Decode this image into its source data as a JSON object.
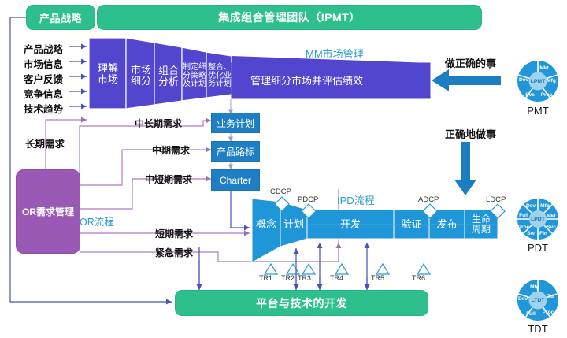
{
  "banners": {
    "product_strategy": "产品战略",
    "ipmt": "集成组合管理团队（IPMT）",
    "platform_tech": "平台与技术的开发"
  },
  "inputs": [
    "产品战略",
    "市场信息",
    "客户反馈",
    "竞争信息",
    "技术趋势"
  ],
  "funnel_mm": {
    "process_label": "MM市场管理",
    "stages": [
      "理解市场",
      "市场细分",
      "组合分析",
      "制定细分策略及计划",
      "整合、优化业务计划"
    ],
    "outcome": "管理细分市场并评估绩效"
  },
  "or": {
    "box_label": "OR需求管理",
    "process_label": "OR流程",
    "long_term": "长期需求"
  },
  "requirements": [
    "中长期需求",
    "中期需求",
    "中短期需求",
    "短期需求",
    "紧急需求"
  ],
  "plan_boxes": [
    "业务计划",
    "产品路标",
    "Charter"
  ],
  "ipd": {
    "process_label": "IPD流程",
    "stages": [
      "概念",
      "计划",
      "开发",
      "验证",
      "发布",
      "生命周期"
    ],
    "dcp": [
      "CDCP",
      "PDCP",
      "ADCP",
      "LDCP"
    ],
    "tr": [
      "TR1",
      "TR2",
      "TR3",
      "TR4",
      "TR5",
      "TR6"
    ]
  },
  "arrows": {
    "right_things": "做正确的事",
    "right_way": "正确地做事"
  },
  "teams": [
    {
      "name": "PMT",
      "hub": "LPMT",
      "segments": [
        "Mkt",
        "Mfg",
        "Proc",
        "Svc",
        "Dev"
      ]
    },
    {
      "name": "PDT",
      "hub": "LPDT",
      "segments": [
        "Dev",
        "Mfg",
        "Mkt",
        "Svc",
        "Fin",
        "Sw",
        "Proc",
        "Full"
      ]
    },
    {
      "name": "TDT",
      "hub": "LTDT",
      "segments": [
        "Mfg",
        "Td",
        "Proc",
        "Full",
        "Dev"
      ]
    }
  ],
  "colors": {
    "green": "#2ec08c",
    "purple_funnel": "#5246cf",
    "purple_box": "#9b59b6",
    "blue": "#1f96d8",
    "blue_dark": "#1f7fc4",
    "arrow_blue": "#1b7dc2",
    "line_purple": "#b07bc4",
    "line_indigo": "#4a52b8"
  }
}
